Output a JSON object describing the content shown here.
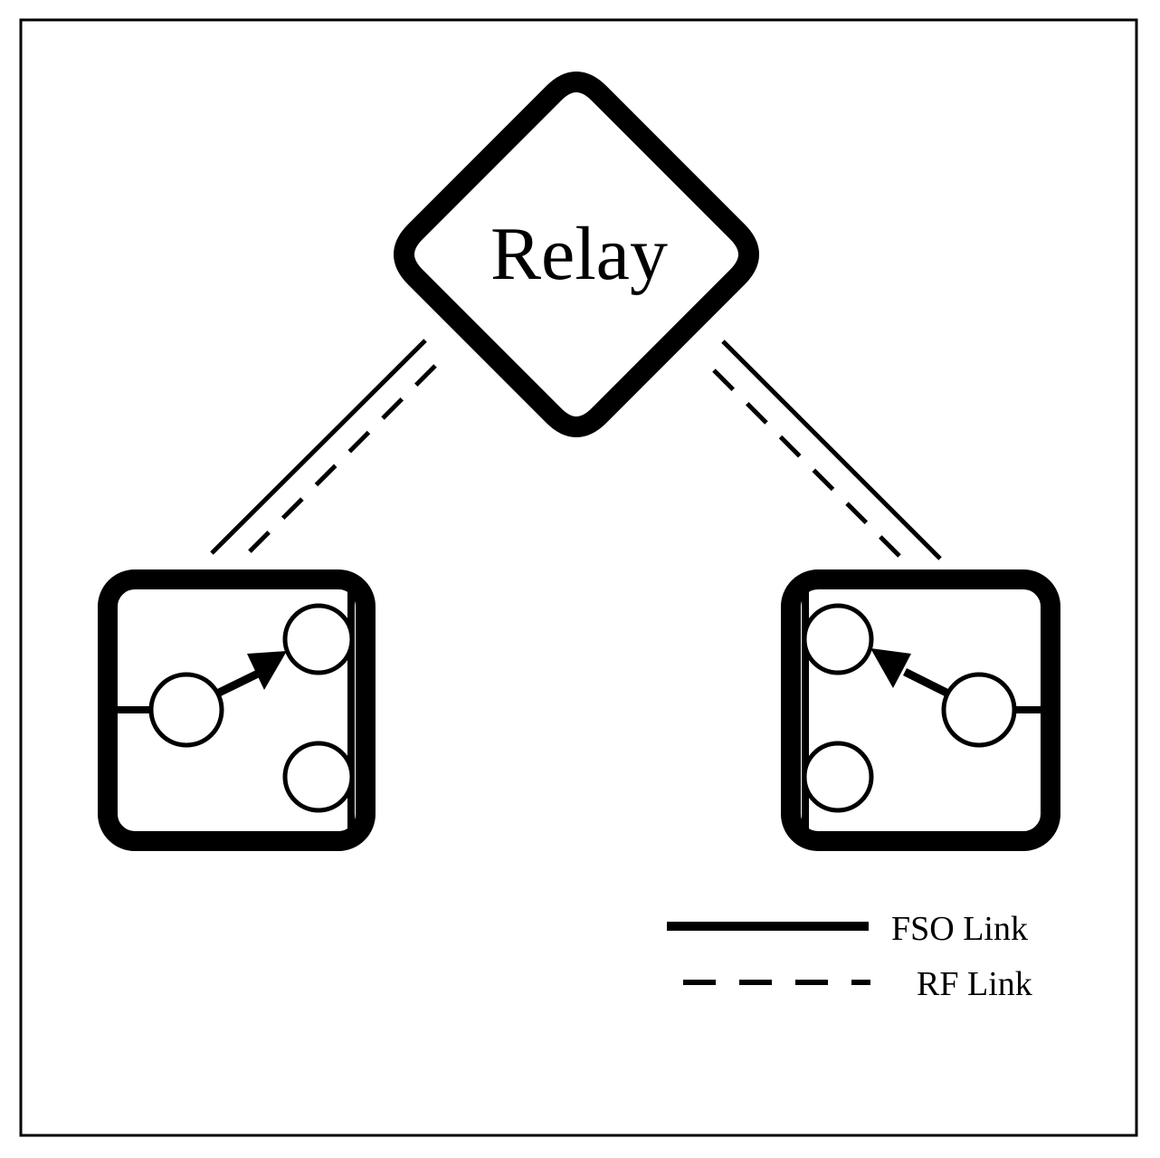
{
  "relay": {
    "label": "Relay"
  },
  "legend": {
    "fso_label": "FSO Link",
    "rf_label": "RF Link"
  },
  "colors": {
    "stroke": "#000000",
    "background": "#ffffff"
  },
  "icons": {
    "relay_node": "relay-diamond-icon",
    "left_switch": "switch-node-icon",
    "right_switch": "switch-node-icon"
  }
}
